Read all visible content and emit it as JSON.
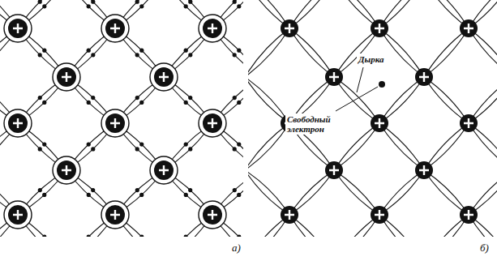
{
  "diagram": {
    "labels": [
      "Дырка",
      "Свободный электрон",
      "а)",
      "б)"
    ]
  }
}
